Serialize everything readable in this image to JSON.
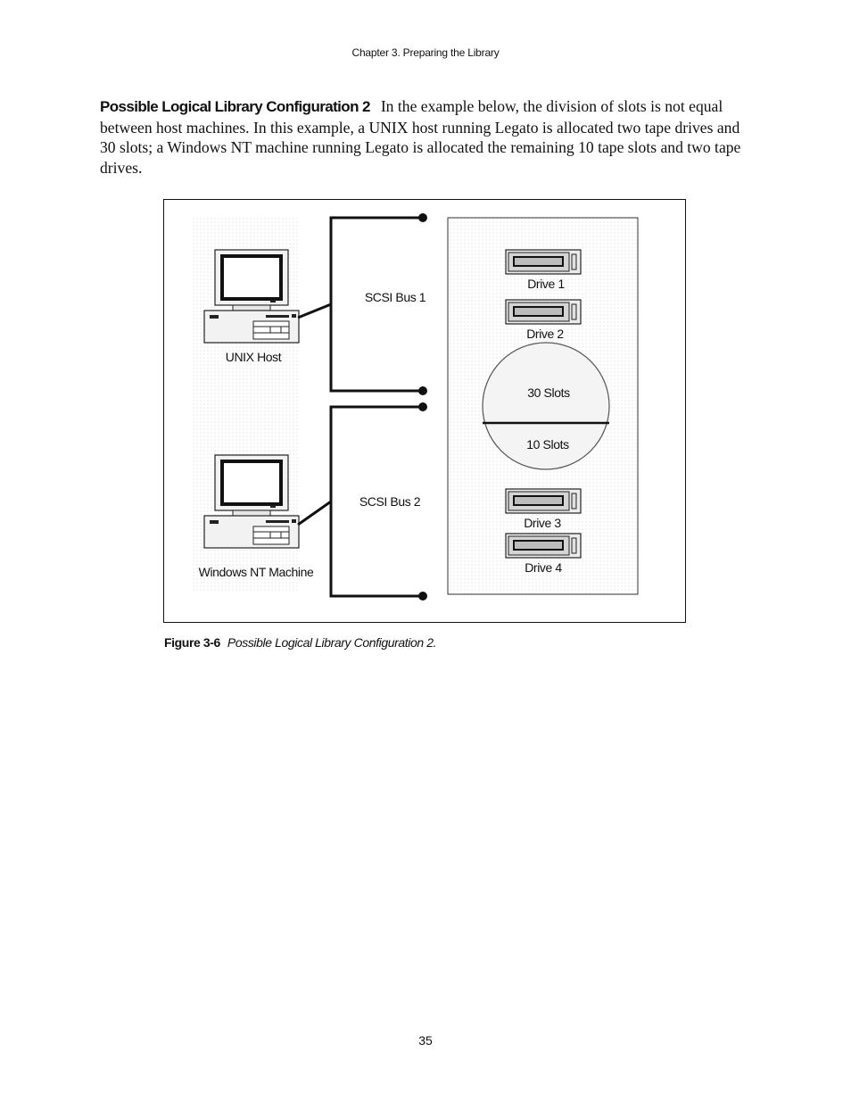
{
  "header": {
    "running_head": "Chapter 3.  Preparing the Library"
  },
  "body": {
    "lead_in": "Possible Logical Library Configuration 2",
    "paragraph": "In the example below, the division of slots is not equal between host machines. In this example, a UNIX host running Legato is allocated two tape drives and 30 slots; a Windows NT machine running Legato is allocated the remaining 10 tape slots and two tape drives."
  },
  "figure": {
    "hosts": [
      "UNIX Host",
      "Windows NT Machine"
    ],
    "buses": [
      "SCSI Bus 1",
      "SCSI Bus 2"
    ],
    "drives": [
      "Drive 1",
      "Drive 2",
      "Drive 3",
      "Drive 4"
    ],
    "slots_upper": "30 Slots",
    "slots_lower": "10 Slots",
    "icons": [
      "computer-icon",
      "tape-drive-icon"
    ],
    "caption_number": "Figure 3-6",
    "caption_text": "Possible Logical Library Configuration 2."
  },
  "footer": {
    "page_number": "35"
  }
}
